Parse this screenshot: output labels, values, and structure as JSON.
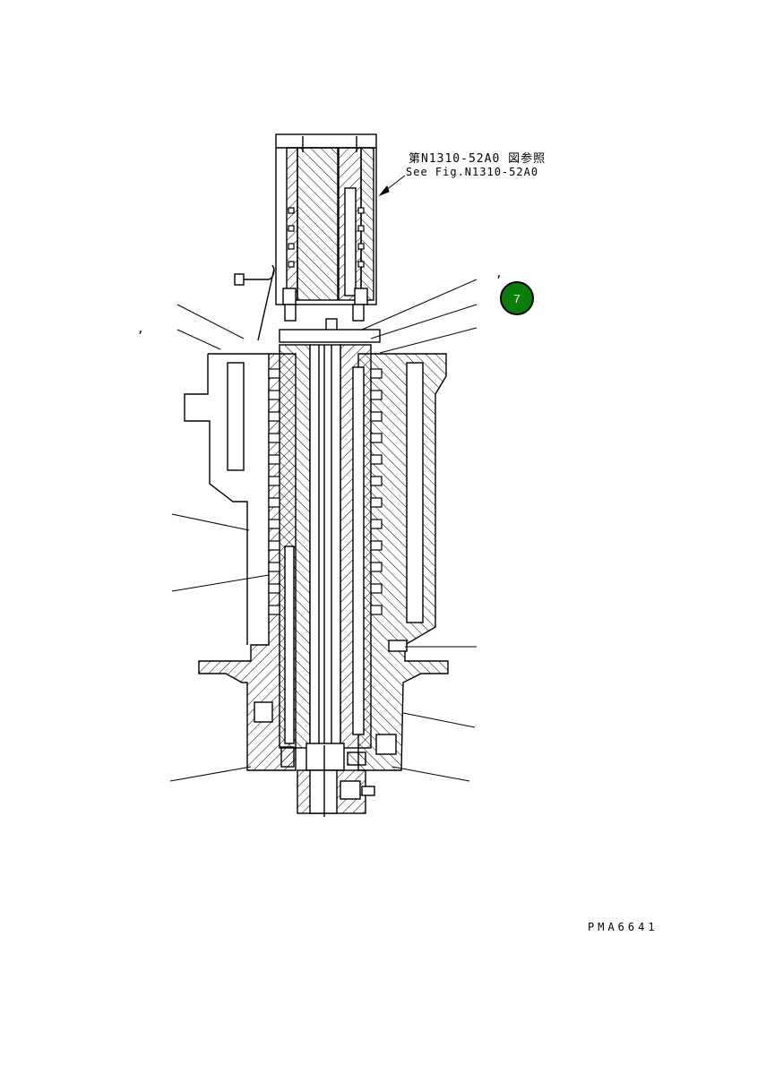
{
  "reference": {
    "japanese": "第N1310-52A0 図参照",
    "english": "See Fig.N1310-52A0"
  },
  "drawing_number": "PMA6641",
  "commas": [
    ",",
    ","
  ],
  "badge": {
    "label": "7",
    "color": "#0a7d0a"
  },
  "colors": {
    "line": "#000000",
    "background": "#ffffff"
  }
}
